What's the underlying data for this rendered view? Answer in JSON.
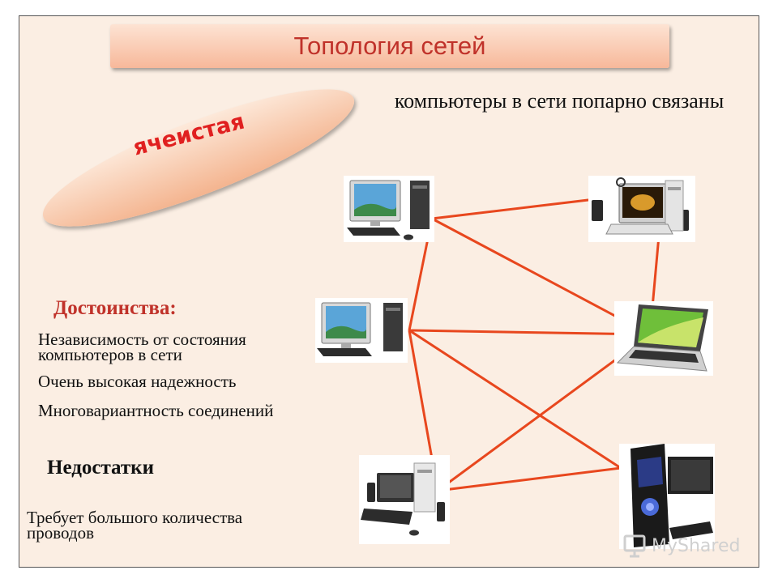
{
  "title": "Топология сетей",
  "topology_name": "ячеистая",
  "description": "компьютеры в сети попарно связаны",
  "advantages": {
    "heading": "Достоинства:",
    "items": [
      "Независимость от состояния компьютеров в сети",
      "Очень высокая надежность",
      "Многовариантность соединений"
    ]
  },
  "disadvantages": {
    "heading": "Недостатки",
    "items": [
      "Требует большого количества проводов"
    ]
  },
  "nodes": [
    {
      "id": "pc-top-left",
      "kind": "desktop"
    },
    {
      "id": "pc-top-right",
      "kind": "desktop-speakers"
    },
    {
      "id": "pc-mid-left",
      "kind": "desktop"
    },
    {
      "id": "laptop-mid-right",
      "kind": "laptop"
    },
    {
      "id": "pc-bottom-left",
      "kind": "desktop-speakers"
    },
    {
      "id": "gaming-pc-bottom-right",
      "kind": "gaming-tower"
    }
  ],
  "links": [
    [
      "pc-top-left",
      "pc-top-right"
    ],
    [
      "pc-top-left",
      "pc-mid-left"
    ],
    [
      "pc-top-left",
      "laptop-mid-right"
    ],
    [
      "pc-top-right",
      "laptop-mid-right"
    ],
    [
      "pc-mid-left",
      "laptop-mid-right"
    ],
    [
      "pc-mid-left",
      "pc-bottom-left"
    ],
    [
      "pc-mid-left",
      "gaming-pc-bottom-right"
    ],
    [
      "laptop-mid-right",
      "pc-bottom-left"
    ],
    [
      "pc-bottom-left",
      "gaming-pc-bottom-right"
    ]
  ],
  "link_color": "#e8471e",
  "accent_color": "#c0322a",
  "watermark": {
    "icon": "presentation-icon",
    "text": "MyShared"
  }
}
